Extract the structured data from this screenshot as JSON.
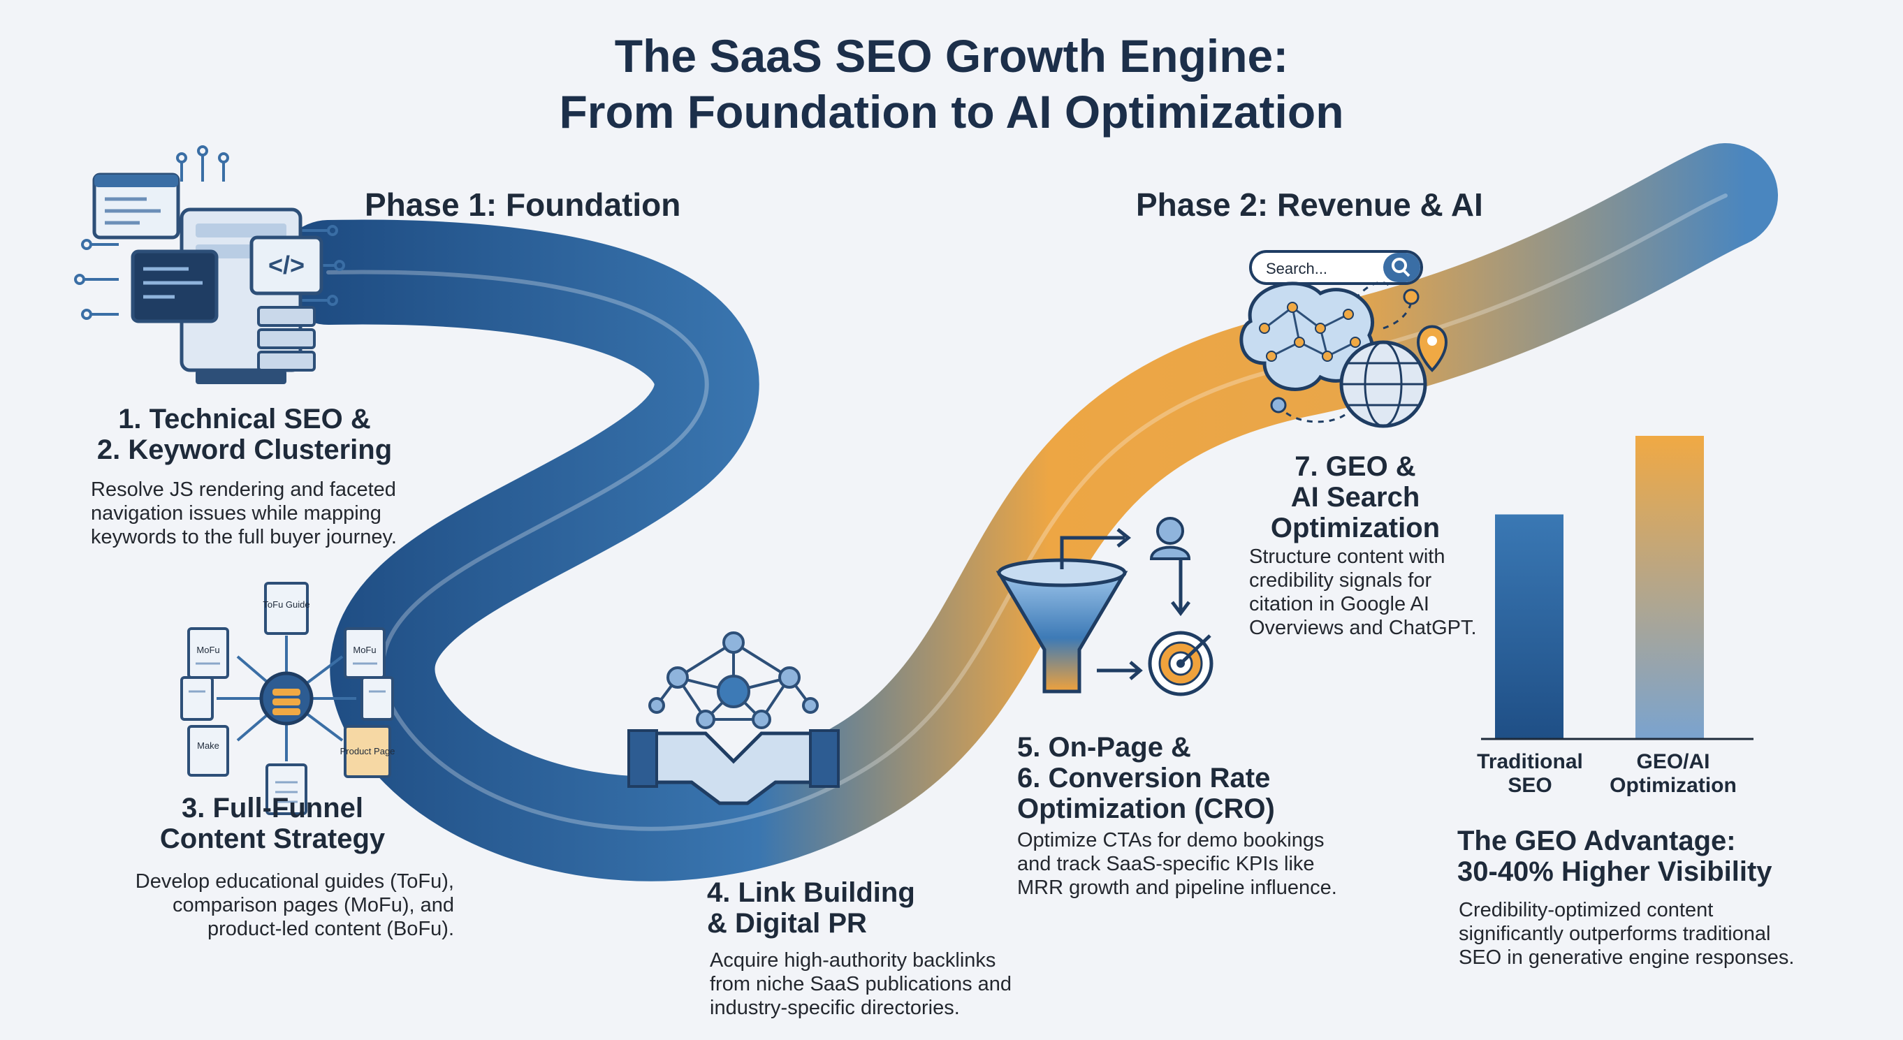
{
  "title": {
    "line1": "The SaaS SEO Growth Engine:",
    "line2": "From Foundation to AI Optimization"
  },
  "phases": {
    "phase1": "Phase 1: Foundation",
    "phase2": "Phase 2: Revenue & AI"
  },
  "steps": {
    "s1": {
      "head1": "1. Technical SEO &",
      "head2": "2. Keyword Clustering",
      "desc1": "Resolve JS rendering and faceted",
      "desc2": "navigation issues while mapping",
      "desc3": "keywords to the full buyer journey."
    },
    "s3": {
      "head1": "3. Full-Funnel",
      "head2": "Content Strategy",
      "desc1": "Develop educational guides (ToFu),",
      "desc2": "comparison pages (MoFu), and",
      "desc3": "product-led content (BoFu)."
    },
    "s4": {
      "head1": "4. Link Building",
      "head2": "& Digital PR",
      "desc1": "Acquire high-authority backlinks",
      "desc2": "from niche SaaS publications and",
      "desc3": "industry-specific directories."
    },
    "s5": {
      "head1": "5. On-Page &",
      "head2": "6. Conversion Rate",
      "head3": "Optimization (CRO)",
      "desc1": "Optimize CTAs for demo bookings",
      "desc2": "and track SaaS-specific KPIs like",
      "desc3": "MRR growth and pipeline influence."
    },
    "s7": {
      "head1": "7. GEO &",
      "head2": "AI Search",
      "head3": "Optimization",
      "desc1": "Structure content with",
      "desc2": "credibility signals for",
      "desc3": "citation in Google AI",
      "desc4": "Overviews and ChatGPT."
    }
  },
  "search": {
    "placeholder": "Search..."
  },
  "doc_labels": {
    "tofu": "ToFu Guide",
    "mofu_left": "MoFu",
    "mofu_right": "MoFu",
    "make": "Make",
    "product_page": "Product Page"
  },
  "geo": {
    "head1": "The GEO Advantage:",
    "head2": "30-40% Higher Visibility",
    "desc1": "Credibility-optimized content",
    "desc2": "significantly outperforms traditional",
    "desc3": "SEO in generative engine responses."
  },
  "chart_data": {
    "type": "bar",
    "categories": [
      "Traditional SEO",
      "GEO/AI Optimization"
    ],
    "category_lines": [
      [
        "Traditional",
        "SEO"
      ],
      [
        "GEO/AI",
        "Optimization"
      ]
    ],
    "values": [
      100,
      135
    ],
    "ylim": [
      0,
      135
    ],
    "grid": false,
    "bar_colors": [
      [
        "#1f4f86",
        "#3a78b4"
      ],
      [
        "#f0a944",
        "#7aa3cf"
      ]
    ]
  },
  "colors": {
    "blue_dark": "#1f4e86",
    "blue_mid": "#3d7ab6",
    "orange": "#eca444",
    "title": "#1c2f4a"
  }
}
